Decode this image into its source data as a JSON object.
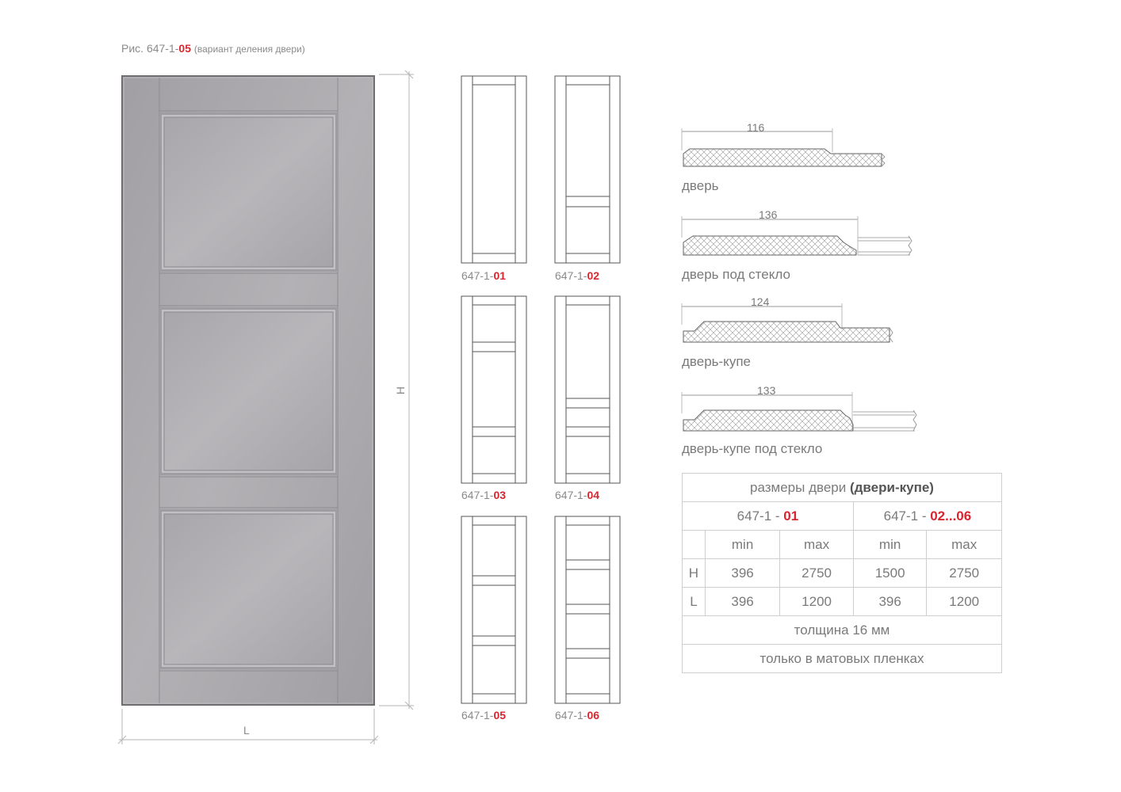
{
  "caption": {
    "prefix": "Рис. 647-1-",
    "code": "05",
    "note": "(вариант деления двери)"
  },
  "dims": {
    "height_label": "H",
    "width_label": "L"
  },
  "thumbnails": [
    {
      "prefix": "647-1-",
      "code": "01"
    },
    {
      "prefix": "647-1-",
      "code": "02"
    },
    {
      "prefix": "647-1-",
      "code": "03"
    },
    {
      "prefix": "647-1-",
      "code": "04"
    },
    {
      "prefix": "647-1-",
      "code": "05"
    },
    {
      "prefix": "647-1-",
      "code": "06"
    }
  ],
  "profiles": [
    {
      "dim": "116",
      "label": "дверь"
    },
    {
      "dim": "136",
      "label": "дверь под стекло"
    },
    {
      "dim": "124",
      "label": "дверь-купе"
    },
    {
      "dim": "133",
      "label": "дверь-купе под стекло"
    }
  ],
  "table": {
    "title_plain": "размеры двери ",
    "title_bold": "(двери-купе)",
    "group1_prefix": "647-1 - ",
    "group1_code": "01",
    "group2_prefix": "647-1 - ",
    "group2_code": "02...06",
    "min_label": "min",
    "max_label": "max",
    "rows": [
      {
        "label": "H",
        "values": [
          "396",
          "2750",
          "1500",
          "2750"
        ]
      },
      {
        "label": "L",
        "values": [
          "396",
          "1200",
          "396",
          "1200"
        ]
      }
    ],
    "thickness": "толщина 16 мм",
    "note": "только в матовых пленках"
  },
  "colors": {
    "accent": "#d9262e",
    "door_fill": "#a9a7aa",
    "line": "#555555"
  }
}
